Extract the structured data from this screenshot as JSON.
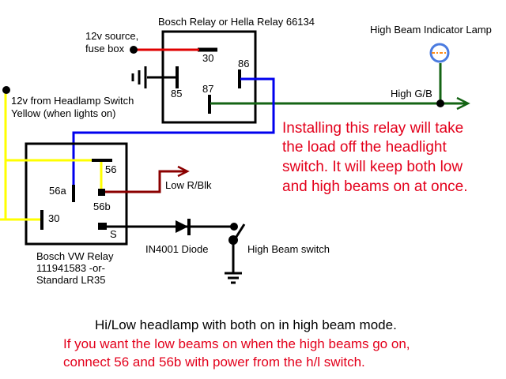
{
  "diagram": {
    "title": "Hi/Low headlamp with both on in high beam mode.",
    "note_lines": [
      "If you want the low beams on when the high beams go on,",
      "connect 56 and 56b with power from the h/l switch."
    ],
    "callout_lines": [
      "Installing this relay will take",
      "the load off the headlight",
      "switch. It will keep both low",
      "and high beams on at once."
    ],
    "colors": {
      "red_wire": "#e00000",
      "yellow_wire": "#ffff00",
      "blue_wire": "#0000ee",
      "green_wire": "#146414",
      "brown_wire": "#8b0000",
      "lamp_ring": "#4a7be0",
      "lamp_filament": "#ff8c1a",
      "note_text": "#e3001b"
    }
  },
  "relay_top": {
    "label": "Bosch Relay or Hella Relay 66134",
    "pins": {
      "p30": "30",
      "p85": "85",
      "p86": "86",
      "p87": "87"
    }
  },
  "relay_bottom": {
    "label_lines": [
      "Bosch VW Relay",
      "111941583 -or-",
      "Standard LR35"
    ],
    "pins": {
      "p56": "56",
      "p56a": "56a",
      "p56b": "56b",
      "p30": "30",
      "pS": "S"
    }
  },
  "labels": {
    "source": [
      "12v source,",
      "fuse box"
    ],
    "headlamp_switch": [
      "12v from Headlamp Switch",
      "Yellow (when lights on)"
    ],
    "indicator_lamp": "High Beam Indicator Lamp",
    "high_wire": "High G/B",
    "low_wire": "Low R/Blk",
    "diode": "IN4001 Diode",
    "high_beam_switch": "High Beam switch"
  }
}
